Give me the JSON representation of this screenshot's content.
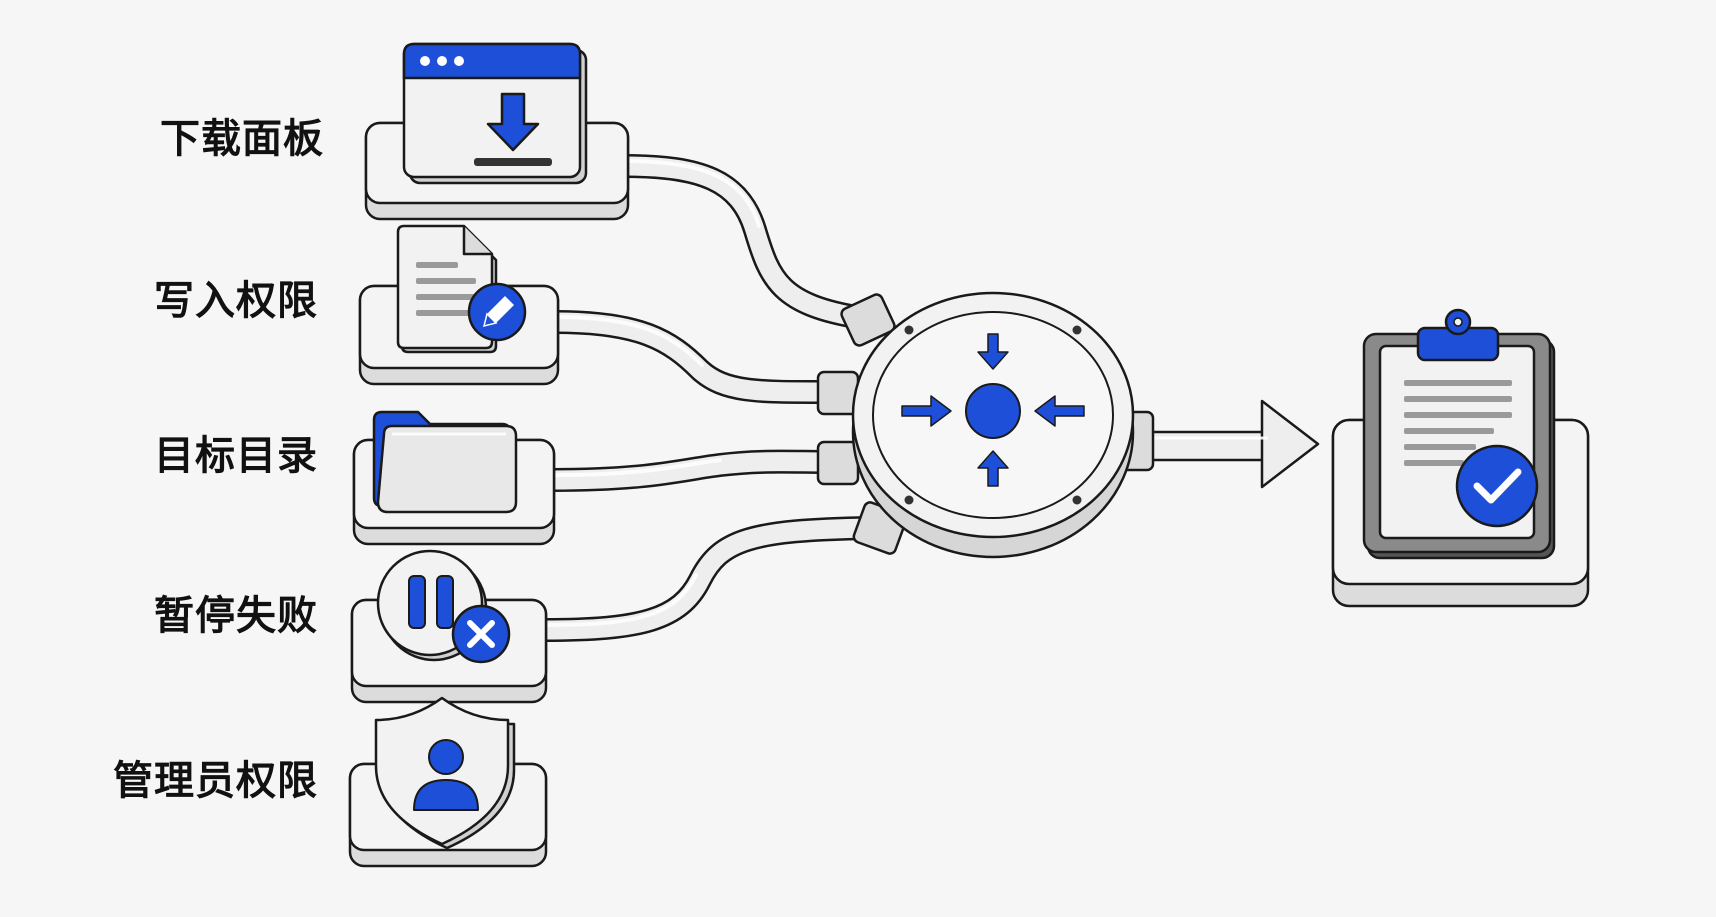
{
  "colors": {
    "accent": "#1d4fd8",
    "stroke": "#1a1a1a",
    "surface": "#f4f4f4",
    "background": "#f6f6f6"
  },
  "inputs": [
    {
      "label": "下载面板",
      "icon": "browser-download-icon"
    },
    {
      "label": "写入权限",
      "icon": "document-edit-icon"
    },
    {
      "label": "目标目录",
      "icon": "folder-icon"
    },
    {
      "label": "暂停失败",
      "icon": "pause-failed-icon"
    },
    {
      "label": "管理员权限",
      "icon": "shield-user-icon"
    }
  ],
  "hub": {
    "icon": "converge-arrows-icon"
  },
  "output": {
    "icon": "clipboard-check-icon"
  }
}
